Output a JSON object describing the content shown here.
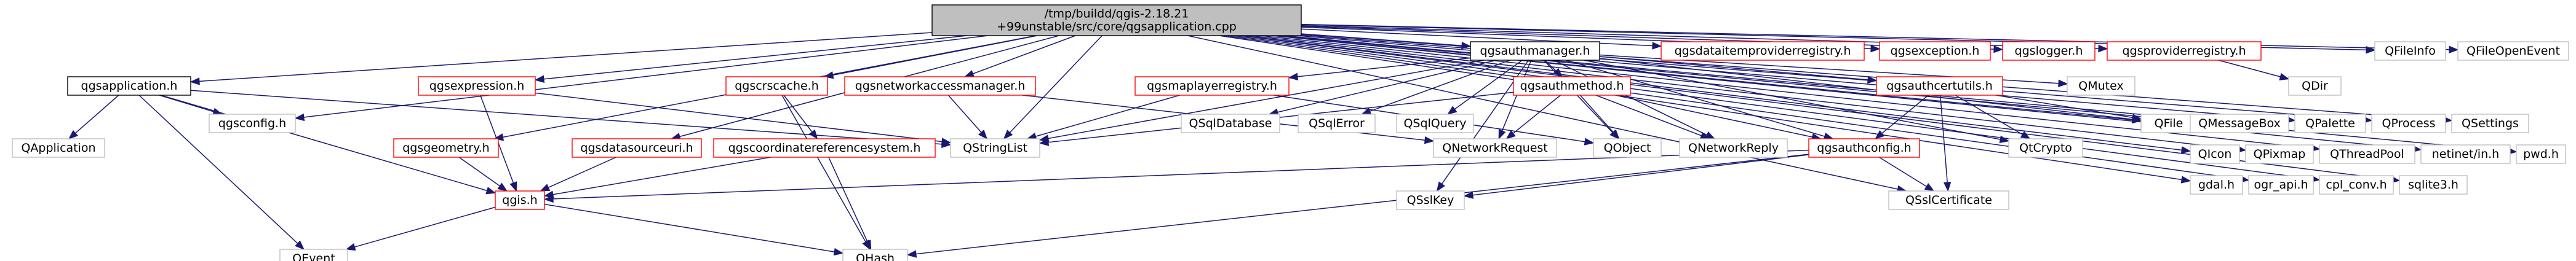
{
  "colors": {
    "root_fill": "#bfbfbf",
    "node_fill": "#ffffff",
    "documented_border": "#000000",
    "undocumented_border": "#ff0000",
    "plain_border": "#bfbfbf",
    "edge": "#191970"
  },
  "graph": {
    "nodes": [
      {
        "id": "root",
        "label": "/tmp/buildd/qgis-2.18.21\n+99unstable/src/core/qgsapplication.cpp",
        "kind": "root"
      },
      {
        "id": "qgsapplication",
        "label": "qgsapplication.h",
        "kind": "documented"
      },
      {
        "id": "qgsconfig",
        "label": "qgsconfig.h",
        "kind": "plain"
      },
      {
        "id": "qgsexpression",
        "label": "qgsexpression.h",
        "kind": "undocumented"
      },
      {
        "id": "qgsgeometry",
        "label": "qgsgeometry.h",
        "kind": "undocumented"
      },
      {
        "id": "qgsdatasourceuri",
        "label": "qgsdatasourceuri.h",
        "kind": "undocumented"
      },
      {
        "id": "qgscrscache",
        "label": "qgscrscache.h",
        "kind": "undocumented"
      },
      {
        "id": "qgsnetworkaccessmanager",
        "label": "qgsnetworkaccessmanager.h",
        "kind": "undocumented"
      },
      {
        "id": "qgsauthmanager",
        "label": "qgsauthmanager.h",
        "kind": "documented"
      },
      {
        "id": "qgsdataitemproviderregistry",
        "label": "qgsdataitemproviderregistry.h",
        "kind": "undocumented"
      },
      {
        "id": "qgsexception",
        "label": "qgsexception.h",
        "kind": "undocumented"
      },
      {
        "id": "qgslogger",
        "label": "qgslogger.h",
        "kind": "undocumented"
      },
      {
        "id": "qgsproviderregistry",
        "label": "qgsproviderregistry.h",
        "kind": "undocumented"
      },
      {
        "id": "qgscoordinatereferencesystem",
        "label": "qgscoordinatereferencesystem.h",
        "kind": "undocumented"
      },
      {
        "id": "qgsmaplayerregistry",
        "label": "qgsmaplayerregistry.h",
        "kind": "undocumented"
      },
      {
        "id": "qgsauthmethod",
        "label": "qgsauthmethod.h",
        "kind": "undocumented"
      },
      {
        "id": "qgsauthcertutils",
        "label": "qgsauthcertutils.h",
        "kind": "undocumented"
      },
      {
        "id": "qgsauthconfig",
        "label": "qgsauthconfig.h",
        "kind": "undocumented"
      },
      {
        "id": "qgis",
        "label": "qgis.h",
        "kind": "undocumented"
      },
      {
        "id": "QApplication",
        "label": "QApplication",
        "kind": "plain"
      },
      {
        "id": "QStringList",
        "label": "QStringList",
        "kind": "plain"
      },
      {
        "id": "QEvent",
        "label": "QEvent",
        "kind": "plain"
      },
      {
        "id": "QHash",
        "label": "QHash",
        "kind": "plain"
      },
      {
        "id": "QSqlDatabase",
        "label": "QSqlDatabase",
        "kind": "plain"
      },
      {
        "id": "QSqlError",
        "label": "QSqlError",
        "kind": "plain"
      },
      {
        "id": "QSqlQuery",
        "label": "QSqlQuery",
        "kind": "plain"
      },
      {
        "id": "QNetworkRequest",
        "label": "QNetworkRequest",
        "kind": "plain"
      },
      {
        "id": "QObject",
        "label": "QObject",
        "kind": "plain"
      },
      {
        "id": "QNetworkReply",
        "label": "QNetworkReply",
        "kind": "plain"
      },
      {
        "id": "QCrypto",
        "label": "QtCrypto",
        "kind": "plain"
      },
      {
        "id": "QMutex",
        "label": "QMutex",
        "kind": "plain"
      },
      {
        "id": "QFile",
        "label": "QFile",
        "kind": "plain"
      },
      {
        "id": "QSslKey",
        "label": "QSslKey",
        "kind": "plain"
      },
      {
        "id": "QSslCertificate",
        "label": "QSslCertificate",
        "kind": "plain"
      },
      {
        "id": "QDir",
        "label": "QDir",
        "kind": "plain"
      },
      {
        "id": "QFileInfo",
        "label": "QFileInfo",
        "kind": "plain"
      },
      {
        "id": "QFileOpenEvent",
        "label": "QFileOpenEvent",
        "kind": "plain"
      },
      {
        "id": "QMessageBox",
        "label": "QMessageBox",
        "kind": "plain"
      },
      {
        "id": "QPalette",
        "label": "QPalette",
        "kind": "plain"
      },
      {
        "id": "QProcess",
        "label": "QProcess",
        "kind": "plain"
      },
      {
        "id": "QSettings",
        "label": "QSettings",
        "kind": "plain"
      },
      {
        "id": "QIcon",
        "label": "QIcon",
        "kind": "plain"
      },
      {
        "id": "QPixmap",
        "label": "QPixmap",
        "kind": "plain"
      },
      {
        "id": "QThreadPool",
        "label": "QThreadPool",
        "kind": "plain"
      },
      {
        "id": "netinet_in",
        "label": "netinet/in.h",
        "kind": "plain"
      },
      {
        "id": "pwd",
        "label": "pwd.h",
        "kind": "plain"
      },
      {
        "id": "gdal",
        "label": "gdal.h",
        "kind": "plain"
      },
      {
        "id": "ogr_api",
        "label": "ogr_api.h",
        "kind": "plain"
      },
      {
        "id": "cpl_conv",
        "label": "cpl_conv.h",
        "kind": "plain"
      },
      {
        "id": "sqlite3",
        "label": "sqlite3.h",
        "kind": "plain"
      }
    ],
    "edges": [
      [
        "root",
        "qgsapplication"
      ],
      [
        "root",
        "qgsconfig"
      ],
      [
        "root",
        "qgsexpression"
      ],
      [
        "root",
        "qgsgeometry"
      ],
      [
        "root",
        "qgsdatasourceuri"
      ],
      [
        "root",
        "qgscrscache"
      ],
      [
        "root",
        "qgsnetworkaccessmanager"
      ],
      [
        "root",
        "qgsauthmanager"
      ],
      [
        "root",
        "qgsdataitemproviderregistry"
      ],
      [
        "root",
        "qgsexception"
      ],
      [
        "root",
        "qgslogger"
      ],
      [
        "root",
        "qgsproviderregistry"
      ],
      [
        "root",
        "QStringList"
      ],
      [
        "root",
        "QFileInfo"
      ],
      [
        "root",
        "QFileOpenEvent"
      ],
      [
        "root",
        "QMessageBox"
      ],
      [
        "root",
        "QPalette"
      ],
      [
        "root",
        "QProcess"
      ],
      [
        "root",
        "QSettings"
      ],
      [
        "root",
        "QIcon"
      ],
      [
        "root",
        "QPixmap"
      ],
      [
        "root",
        "QThreadPool"
      ],
      [
        "root",
        "netinet_in"
      ],
      [
        "root",
        "pwd"
      ],
      [
        "root",
        "gdal"
      ],
      [
        "root",
        "ogr_api"
      ],
      [
        "root",
        "cpl_conv"
      ],
      [
        "root",
        "sqlite3"
      ],
      [
        "root",
        "QFile"
      ],
      [
        "root",
        "QSslCertificate"
      ],
      [
        "qgsapplication",
        "QApplication"
      ],
      [
        "qgsapplication",
        "QEvent"
      ],
      [
        "qgsapplication",
        "QStringList"
      ],
      [
        "qgsapplication",
        "qgis"
      ],
      [
        "qgsapplication",
        "qgsconfig"
      ],
      [
        "qgsexpression",
        "qgis"
      ],
      [
        "qgsexpression",
        "QStringList"
      ],
      [
        "qgsgeometry",
        "qgis"
      ],
      [
        "qgsdatasourceuri",
        "qgis"
      ],
      [
        "qgscrscache",
        "qgscoordinatereferencesystem"
      ],
      [
        "qgscrscache",
        "QHash"
      ],
      [
        "qgscoordinatereferencesystem",
        "qgis"
      ],
      [
        "qgscoordinatereferencesystem",
        "QHash"
      ],
      [
        "qgsnetworkaccessmanager",
        "QStringList"
      ],
      [
        "qgsnetworkaccessmanager",
        "QNetworkRequest"
      ],
      [
        "qgsauthmanager",
        "QSqlDatabase"
      ],
      [
        "qgsauthmanager",
        "QSqlError"
      ],
      [
        "qgsauthmanager",
        "QSqlQuery"
      ],
      [
        "qgsauthmanager",
        "qgsmaplayerregistry"
      ],
      [
        "qgsauthmanager",
        "qgsauthmethod"
      ],
      [
        "qgsauthmanager",
        "qgsauthcertutils"
      ],
      [
        "qgsauthmanager",
        "qgsauthconfig"
      ],
      [
        "qgsauthmanager",
        "QMutex"
      ],
      [
        "qgsauthmanager",
        "QFile"
      ],
      [
        "qgsauthmanager",
        "QStringList"
      ],
      [
        "qgsauthmanager",
        "QObject"
      ],
      [
        "qgsauthmanager",
        "QNetworkRequest"
      ],
      [
        "qgsauthmanager",
        "QNetworkReply"
      ],
      [
        "qgsauthmanager",
        "QCrypto"
      ],
      [
        "qgsauthmanager",
        "QSslKey"
      ],
      [
        "qgsmaplayerregistry",
        "QStringList"
      ],
      [
        "qgsmaplayerregistry",
        "QObject"
      ],
      [
        "qgsauthmethod",
        "QObject"
      ],
      [
        "qgsauthmethod",
        "QNetworkRequest"
      ],
      [
        "qgsauthmethod",
        "QNetworkReply"
      ],
      [
        "qgsauthmethod",
        "QStringList"
      ],
      [
        "qgsauthmethod",
        "qgsauthconfig"
      ],
      [
        "qgsauthcertutils",
        "QCrypto"
      ],
      [
        "qgsauthcertutils",
        "QFile"
      ],
      [
        "qgsauthcertutils",
        "qgsauthconfig"
      ],
      [
        "qgsauthcertutils",
        "QSslCertificate"
      ],
      [
        "qgsauthconfig",
        "qgis"
      ],
      [
        "qgsauthconfig",
        "QHash"
      ],
      [
        "qgsauthconfig",
        "QSslKey"
      ],
      [
        "qgsauthconfig",
        "QSslCertificate"
      ],
      [
        "qgis",
        "QEvent"
      ],
      [
        "qgis",
        "QHash"
      ],
      [
        "qgsproviderregistry",
        "QDir"
      ]
    ]
  }
}
